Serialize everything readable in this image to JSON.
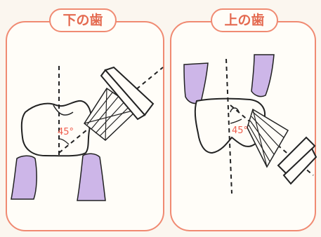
{
  "lower_panel": {
    "title": "下の歯",
    "angle_label": "45°"
  },
  "upper_panel": {
    "title": "上の歯",
    "angle_label": "45°"
  },
  "colors": {
    "border": "#f08a72",
    "title_text": "#e46a50",
    "gum": "#cdb6e8",
    "angle_text": "#ef5d4d",
    "stroke": "#222222"
  }
}
